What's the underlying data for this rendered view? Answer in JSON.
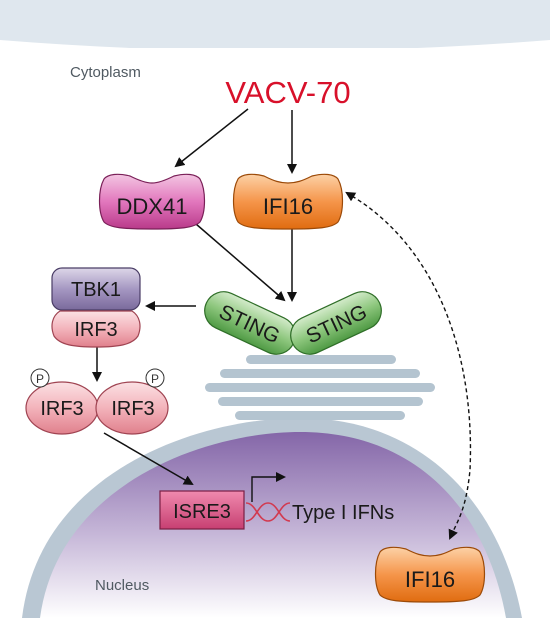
{
  "regions": {
    "cytoplasm": "Cytoplasm",
    "nucleus": "Nucleus"
  },
  "nodes": {
    "vacv": "VACV-70",
    "ddx41": "DDX41",
    "ifi16_top": "IFI16",
    "sting_left": "STING",
    "sting_right": "STING",
    "tbk1": "TBK1",
    "irf3_single": "IRF3",
    "irf3_left": "IRF3",
    "irf3_right": "IRF3",
    "phospho_left": "P",
    "phospho_right": "P",
    "isre3": "ISRE3",
    "type1_ifns": "Type I IFNs",
    "ifi16_nucleus": "IFI16"
  },
  "colors": {
    "vacv": "#d8102a",
    "ddx41": "#d04aa0",
    "ifi16": "#ef7d1a",
    "sting": "#5ea651",
    "tbk1": "#8878a8",
    "irf3": "#e07a88",
    "isre3": "#d04a78",
    "membrane": "#b4c4d0",
    "nucleus_fill": "#8a6aaa"
  }
}
